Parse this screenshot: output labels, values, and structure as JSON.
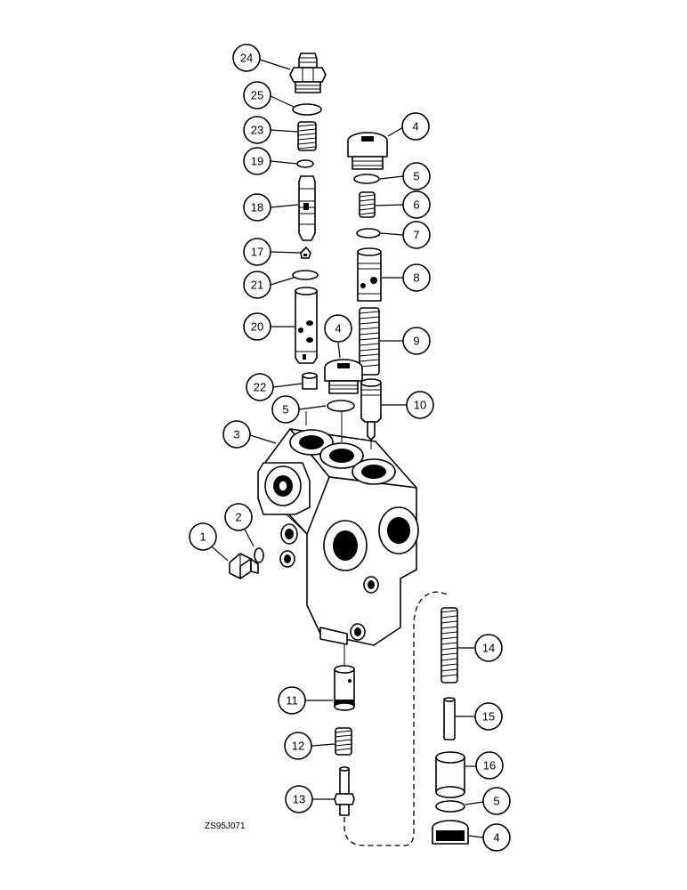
{
  "figure_code": "ZS95J071",
  "callouts": [
    {
      "id": "c24",
      "label": "24"
    },
    {
      "id": "c25",
      "label": "25"
    },
    {
      "id": "c23",
      "label": "23"
    },
    {
      "id": "c19",
      "label": "19"
    },
    {
      "id": "c18",
      "label": "18"
    },
    {
      "id": "c17",
      "label": "17"
    },
    {
      "id": "c21",
      "label": "21"
    },
    {
      "id": "c20",
      "label": "20"
    },
    {
      "id": "c22",
      "label": "22"
    },
    {
      "id": "c4a",
      "label": "4"
    },
    {
      "id": "c5a",
      "label": "5"
    },
    {
      "id": "c6",
      "label": "6"
    },
    {
      "id": "c7",
      "label": "7"
    },
    {
      "id": "c8",
      "label": "8"
    },
    {
      "id": "c9",
      "label": "9"
    },
    {
      "id": "c10",
      "label": "10"
    },
    {
      "id": "c4b",
      "label": "4"
    },
    {
      "id": "c5b",
      "label": "5"
    },
    {
      "id": "c3",
      "label": "3"
    },
    {
      "id": "c1",
      "label": "1"
    },
    {
      "id": "c2",
      "label": "2"
    },
    {
      "id": "c14",
      "label": "14"
    },
    {
      "id": "c11",
      "label": "11"
    },
    {
      "id": "c15",
      "label": "15"
    },
    {
      "id": "c12",
      "label": "12"
    },
    {
      "id": "c16",
      "label": "16"
    },
    {
      "id": "c13",
      "label": "13"
    },
    {
      "id": "c5c",
      "label": "5"
    },
    {
      "id": "c4c",
      "label": "4"
    }
  ]
}
